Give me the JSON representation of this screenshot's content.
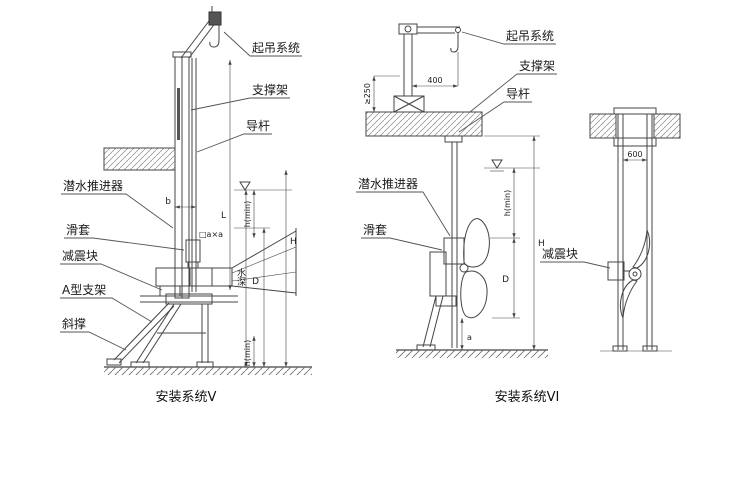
{
  "accent_line_color": "#444444",
  "system_v": {
    "caption": "安装系统V",
    "labels": {
      "lifting_system": "起吊系统",
      "support_frame": "支撑架",
      "guide_rod": "导杆",
      "propeller": "潜水推进器",
      "sleeve": "滑套",
      "damper": "减震块",
      "a_frame": "A型支架",
      "brace": "斜撑"
    },
    "dims": {
      "b": "b",
      "L": "L",
      "section": "□a×a",
      "h_min_top": "h(min)",
      "water_depth": "水深",
      "D": "D",
      "H": "H",
      "h_min_bottom": "h(min)"
    }
  },
  "system_vi": {
    "caption": "安装系统VI",
    "labels": {
      "lifting_system": "起吊系统",
      "support_frame": "支撑架",
      "guide_rod": "导杆",
      "propeller": "潜水推进器",
      "sleeve": "滑套",
      "damper": "减震块"
    },
    "dims": {
      "min250": "≥250",
      "len400": "400",
      "len600": "600",
      "h_min": "h(min)",
      "H": "H",
      "D": "D",
      "a": "a"
    }
  }
}
